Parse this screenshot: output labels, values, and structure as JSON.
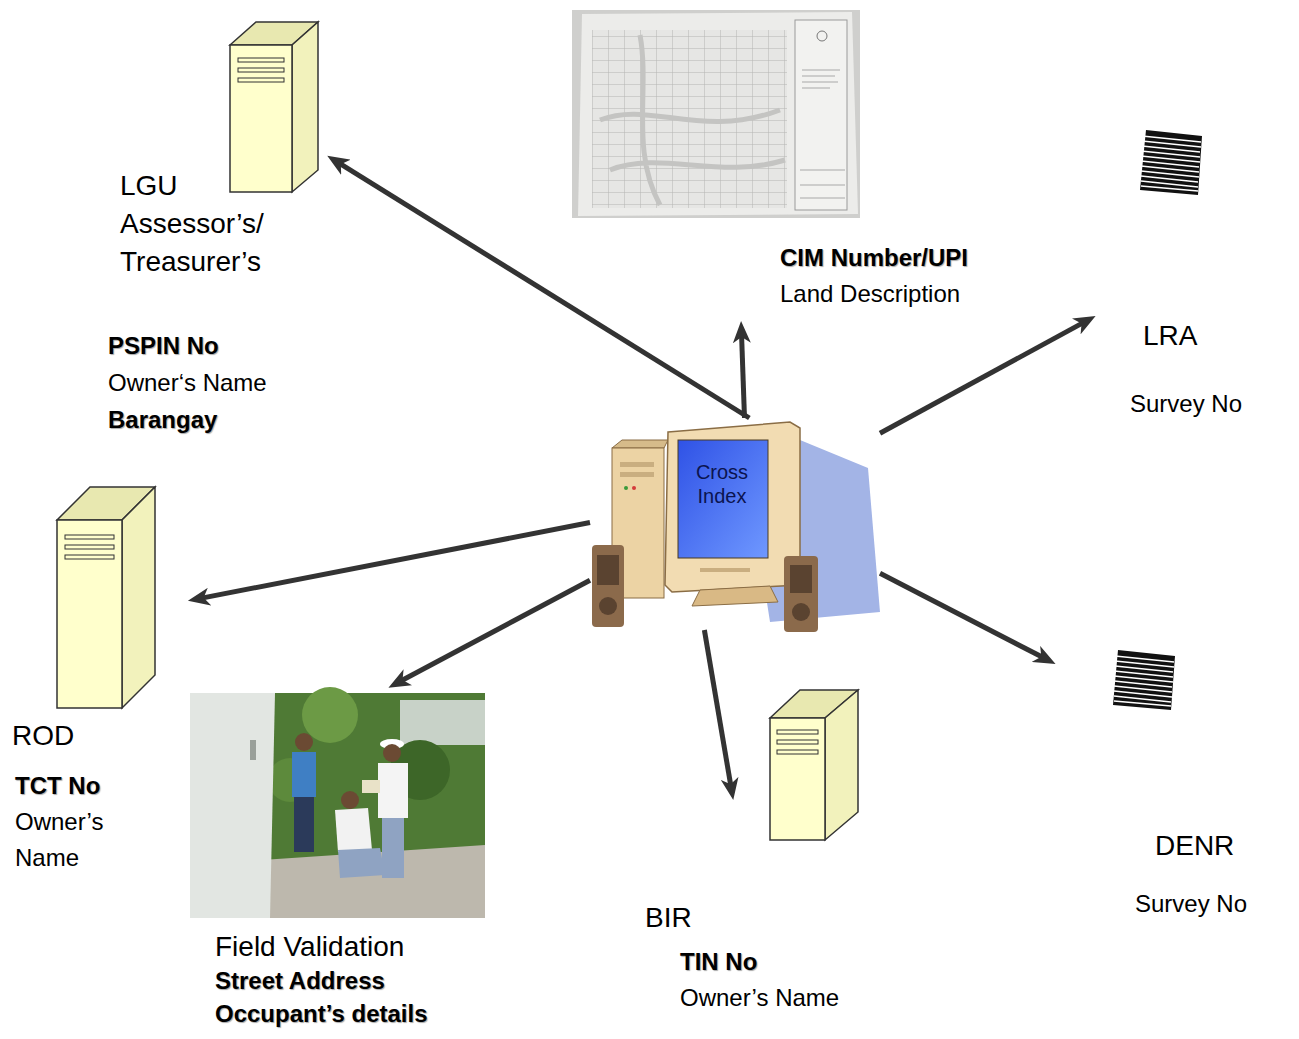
{
  "diagram": {
    "nodes": [
      {
        "text": [
          "LGU Assessor’s/ Treasurer’s",
          "PSPIN No",
          "Owner‘s Name",
          "Barangay"
        ]
      },
      {
        "text": [
          "CIM Number/UPI",
          "Land Description"
        ]
      },
      {
        "text": [
          "LRA",
          "Survey No"
        ]
      },
      {
        "text": [
          "Cross Index"
        ]
      },
      {
        "text": [
          "ROD",
          "TCT No",
          "Owner’s Name"
        ]
      },
      {
        "text": [
          "Field Validation",
          "Street Address",
          "Occupant’s details"
        ]
      },
      {
        "text": [
          "BIR",
          "TIN No",
          "Owner’s Name"
        ]
      },
      {
        "text": [
          "DENR",
          "Survey No"
        ]
      }
    ],
    "edges": [
      {
        "from": 3,
        "to": 0,
        "arrow": "to"
      },
      {
        "from": 3,
        "to": 1,
        "arrow": "to"
      },
      {
        "from": 3,
        "to": 2,
        "arrow": "to"
      },
      {
        "from": 3,
        "to": 4,
        "arrow": "to"
      },
      {
        "from": 3,
        "to": 5,
        "arrow": "to"
      },
      {
        "from": 3,
        "to": 6,
        "arrow": "to"
      },
      {
        "from": 3,
        "to": 7,
        "arrow": "to"
      }
    ]
  }
}
